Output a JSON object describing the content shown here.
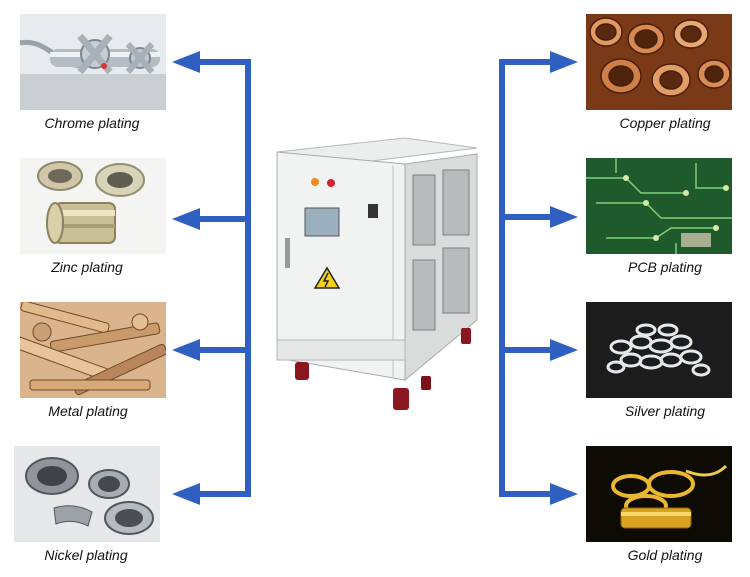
{
  "left": [
    {
      "label": "Chrome plating"
    },
    {
      "label": "Zinc plating"
    },
    {
      "label": "Metal plating"
    },
    {
      "label": "Nickel plating"
    }
  ],
  "right": [
    {
      "label": "Copper plating"
    },
    {
      "label": "PCB plating"
    },
    {
      "label": "Silver plating"
    },
    {
      "label": "Gold plating"
    }
  ],
  "colors": {
    "arrow": "#2f5fc0"
  },
  "icons": {
    "center": "rectifier-cabinet-icon",
    "warning": "high-voltage-warning-icon"
  }
}
